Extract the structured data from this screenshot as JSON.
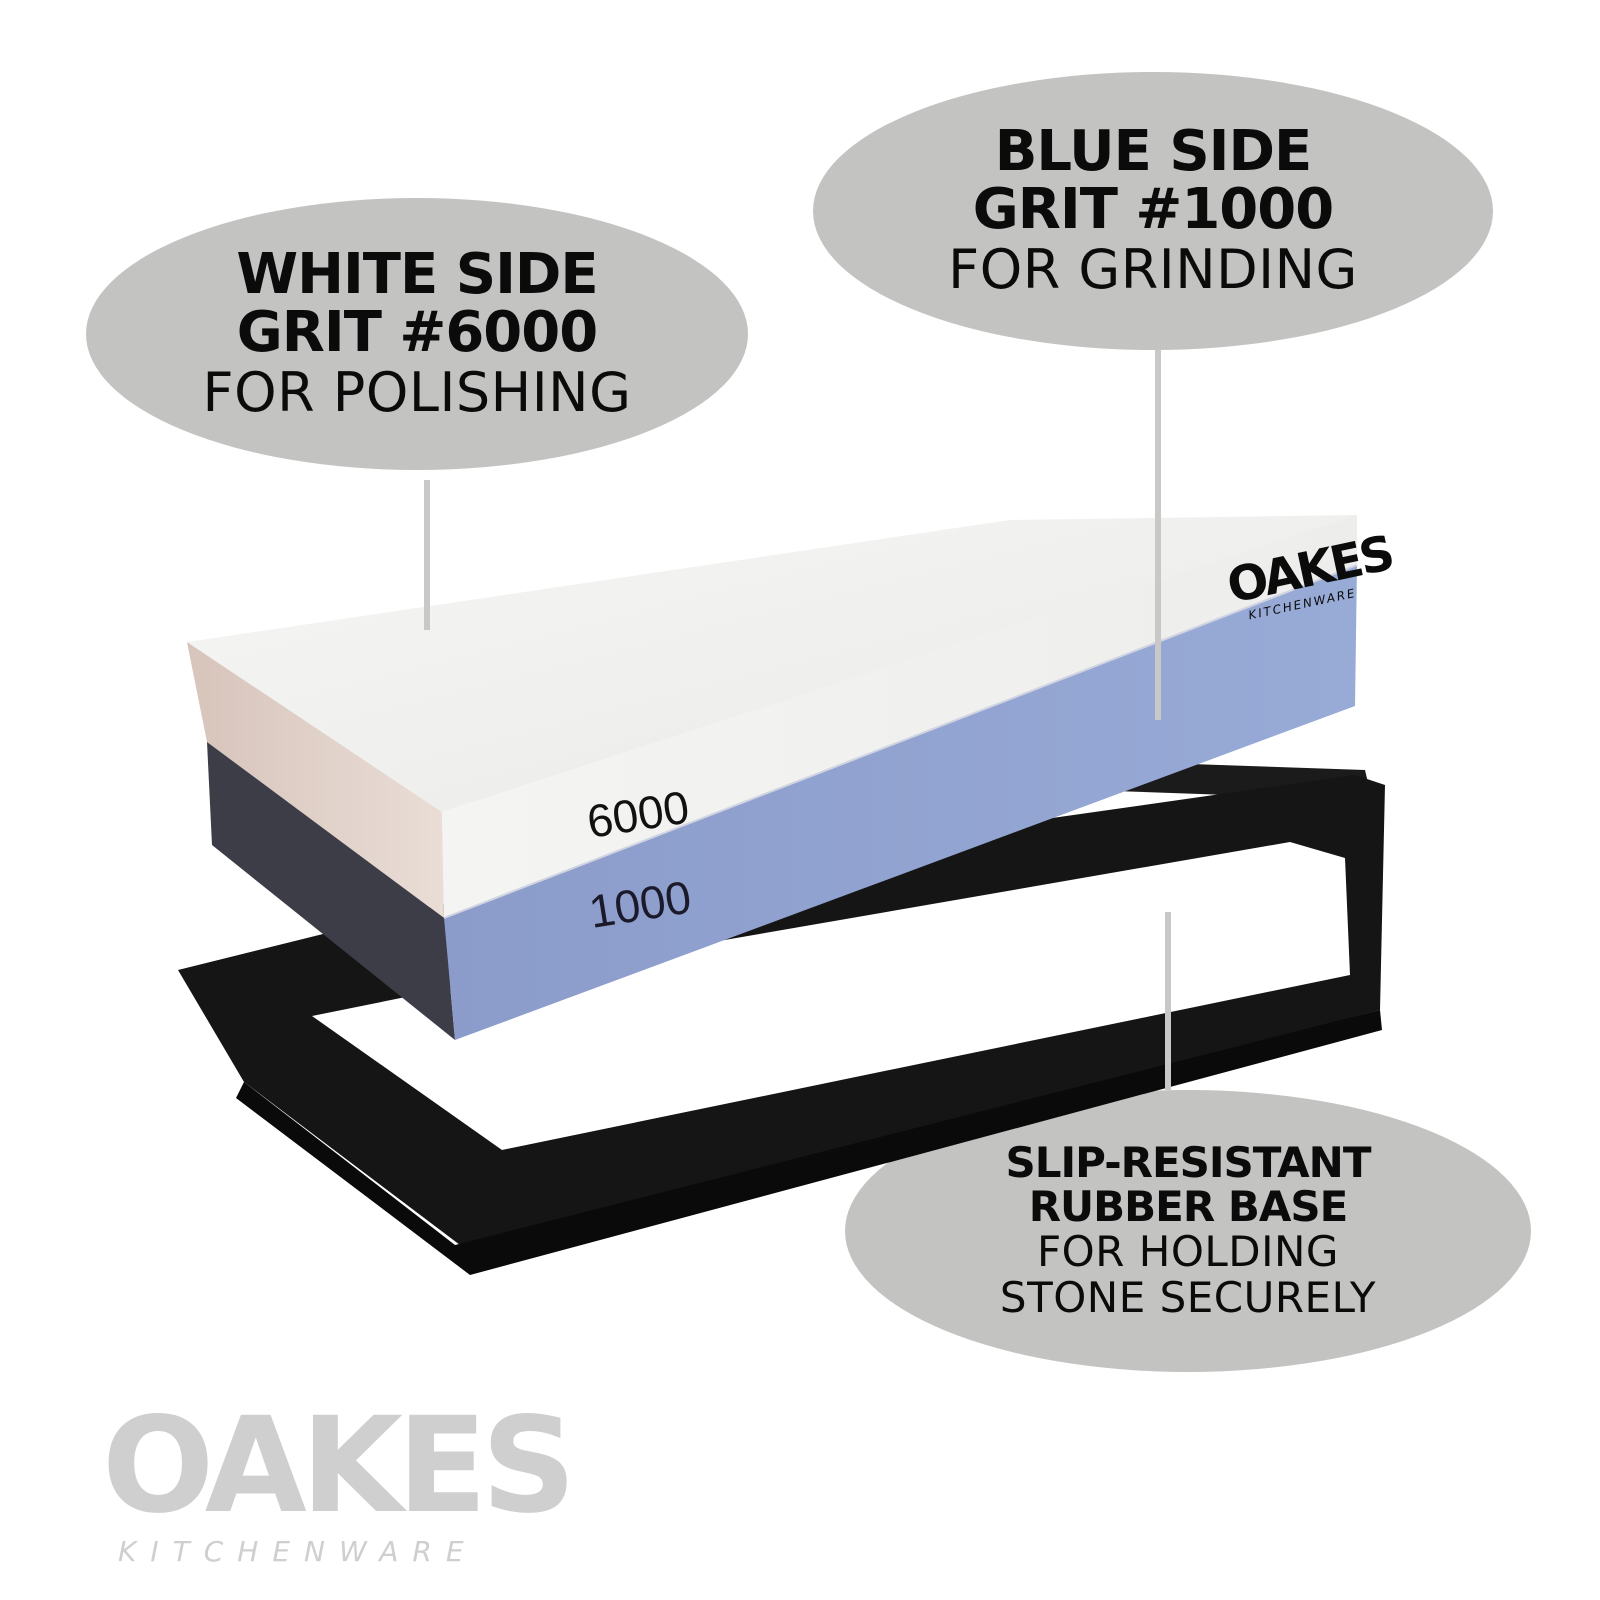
{
  "callouts": {
    "white_side": {
      "line1": "WHITE SIDE",
      "line2": "GRIT #6000",
      "line3": "FOR POLISHING"
    },
    "blue_side": {
      "line1": "BLUE SIDE",
      "line2": "GRIT #1000",
      "line3": "FOR GRINDING"
    },
    "base": {
      "line1": "SLIP-RESISTANT",
      "line2": "RUBBER BASE",
      "line3": "FOR HOLDING",
      "line4": "STONE SECURELY"
    }
  },
  "stone": {
    "top_grit_label": "6000",
    "bottom_grit_label": "1000",
    "brand_mark": "OAKES",
    "brand_mark_sub": "KITCHENWARE"
  },
  "brand": {
    "logo": "OAKES",
    "logo_sub": "KITCHENWARE"
  },
  "colors": {
    "bubble": "#c3c3c1",
    "white_side": "#f3f3f1",
    "blue_side": "#8fa2cf",
    "rubber_base": "#141414",
    "logo": "#cfcfcf"
  }
}
